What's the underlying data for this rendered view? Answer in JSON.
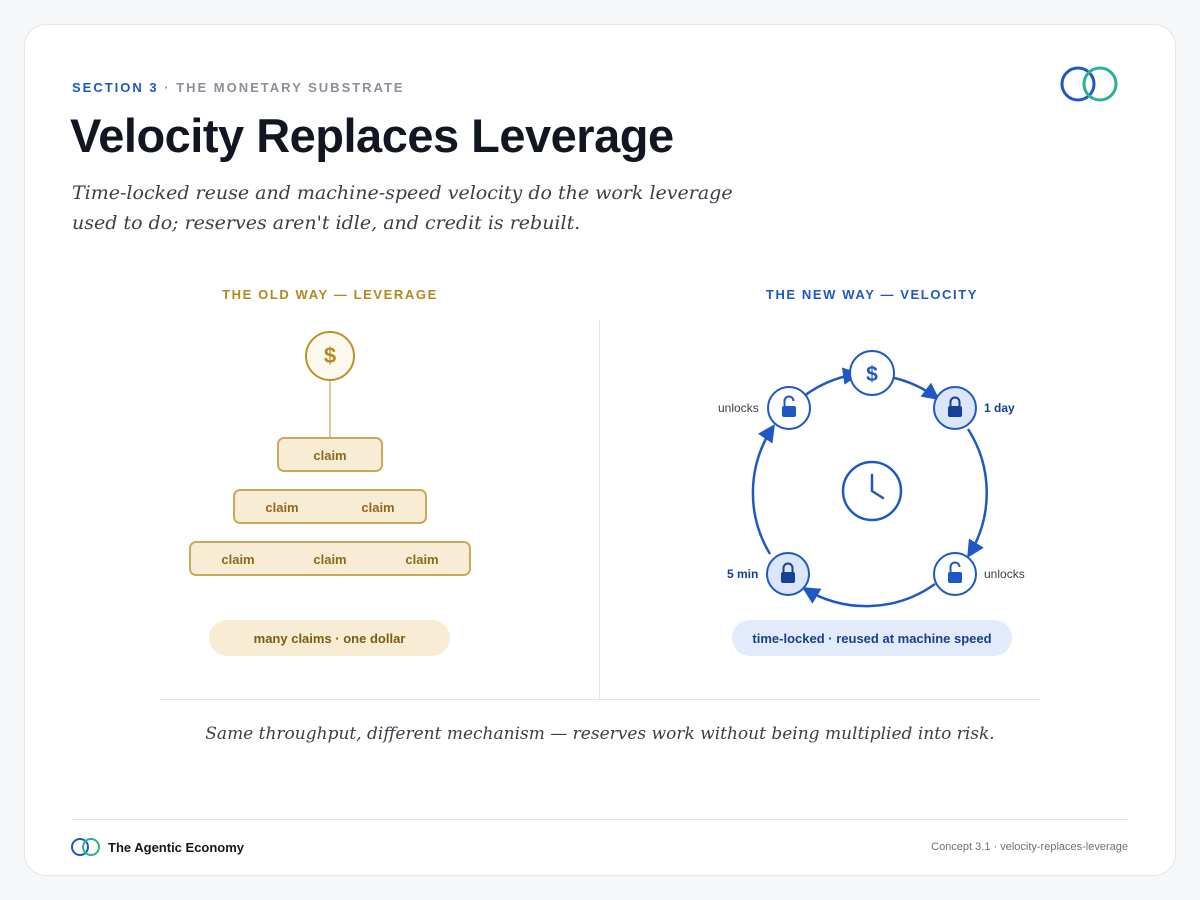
{
  "header": {
    "section_number": "SECTION 3",
    "section_name": "· THE MONETARY SUBSTRATE",
    "title": "Velocity Replaces Leverage",
    "subtitle": "Time-locked reuse and machine-speed velocity do the work leverage used to do; reserves aren't idle, and credit is rebuilt."
  },
  "old_way": {
    "heading": "THE OLD WAY — LEVERAGE",
    "coin_symbol": "$",
    "claim_label": "claim",
    "summary": "many claims · one dollar"
  },
  "new_way": {
    "heading": "THE NEW WAY — VELOCITY",
    "coin_symbol": "$",
    "labels": {
      "top_left": "unlocks",
      "top_right": "1 day",
      "bottom_left": "5 min",
      "bottom_right": "unlocks"
    },
    "summary": "time-locked · reused at machine speed"
  },
  "caption": "Same throughput, different mechanism — reserves work without being multiplied into risk.",
  "footer": {
    "brand": "The Agentic Economy",
    "concept": "Concept 3.1 · velocity-replaces-leverage"
  },
  "colors": {
    "blue": "#1f57c4",
    "gold": "#b08a1e",
    "teal": "#2fae9a"
  }
}
